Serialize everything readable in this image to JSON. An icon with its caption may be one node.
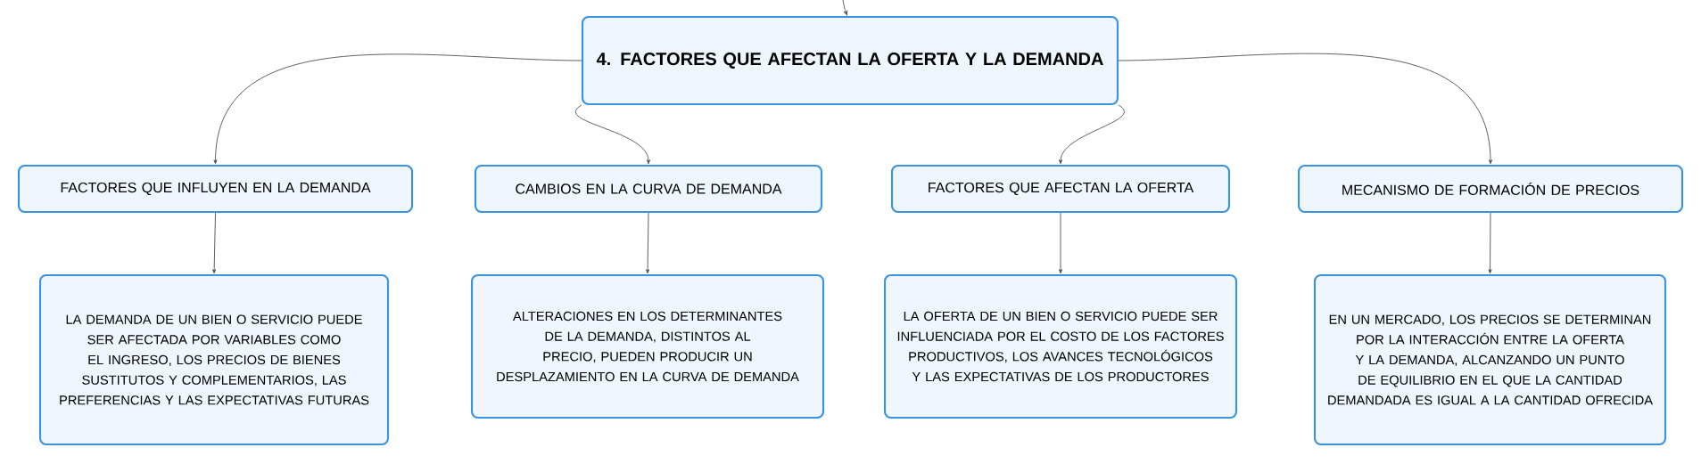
{
  "diagram": {
    "nodes": [
      {
        "text": [
          "4. FACTORES QUE AFECTAN LA OFERTA Y LA DEMANDA"
        ]
      },
      {
        "text": [
          "FACTORES QUE INFLUYEN EN LA DEMANDA"
        ]
      },
      {
        "text": [
          "CAMBIOS EN LA CURVA DE DEMANDA"
        ]
      },
      {
        "text": [
          "FACTORES QUE AFECTAN LA OFERTA"
        ]
      },
      {
        "text": [
          "MECANISMO DE FORMACIÓN DE PRECIOS"
        ]
      },
      {
        "text": [
          "LA DEMANDA DE UN BIEN O SERVICIO PUEDE SER AFECTADA POR VARIABLES COMO EL INGRESO, LOS PRECIOS DE BIENES SUSTITUTOS Y COMPLEMENTARIOS, LAS PREFERENCIAS Y LAS EXPECTATIVAS FUTURAS"
        ]
      },
      {
        "text": [
          "ALTERACIONES EN LOS DETERMINANTES DE LA DEMANDA, DISTINTOS AL PRECIO, PUEDEN PRODUCIR UN DESPLAZAMIENTO EN LA CURVA DE DEMANDA"
        ]
      },
      {
        "text": [
          "LA OFERTA DE UN BIEN O SERVICIO PUEDE SER INFLUENCIADA POR EL COSTO DE LOS FACTORES PRODUCTIVOS, LOS AVANCES TECNOLÓGICOS Y LAS EXPECTATIVAS DE LOS PRODUCTORES"
        ]
      },
      {
        "text": [
          "EN UN MERCADO, LOS PRECIOS SE DETERMINAN POR LA INTERACCIÓN ENTRE LA OFERTA Y LA DEMANDA, ALCANZANDO UN PUNTO DE EQUILIBRIO EN EL QUE LA CANTIDAD DEMANDADA ES IGUAL A LA CANTIDAD OFRECIDA"
        ]
      }
    ],
    "edges": [
      {
        "from": null,
        "to": 0,
        "arrow": "to"
      },
      {
        "from": 0,
        "to": 1,
        "arrow": "to"
      },
      {
        "from": 0,
        "to": 2,
        "arrow": "to"
      },
      {
        "from": 0,
        "to": 3,
        "arrow": "to"
      },
      {
        "from": 0,
        "to": 4,
        "arrow": "to"
      },
      {
        "from": 1,
        "to": 5,
        "arrow": "to"
      },
      {
        "from": 2,
        "to": 6,
        "arrow": "to"
      },
      {
        "from": 3,
        "to": 7,
        "arrow": "to"
      },
      {
        "from": 4,
        "to": 8,
        "arrow": "to"
      }
    ]
  }
}
